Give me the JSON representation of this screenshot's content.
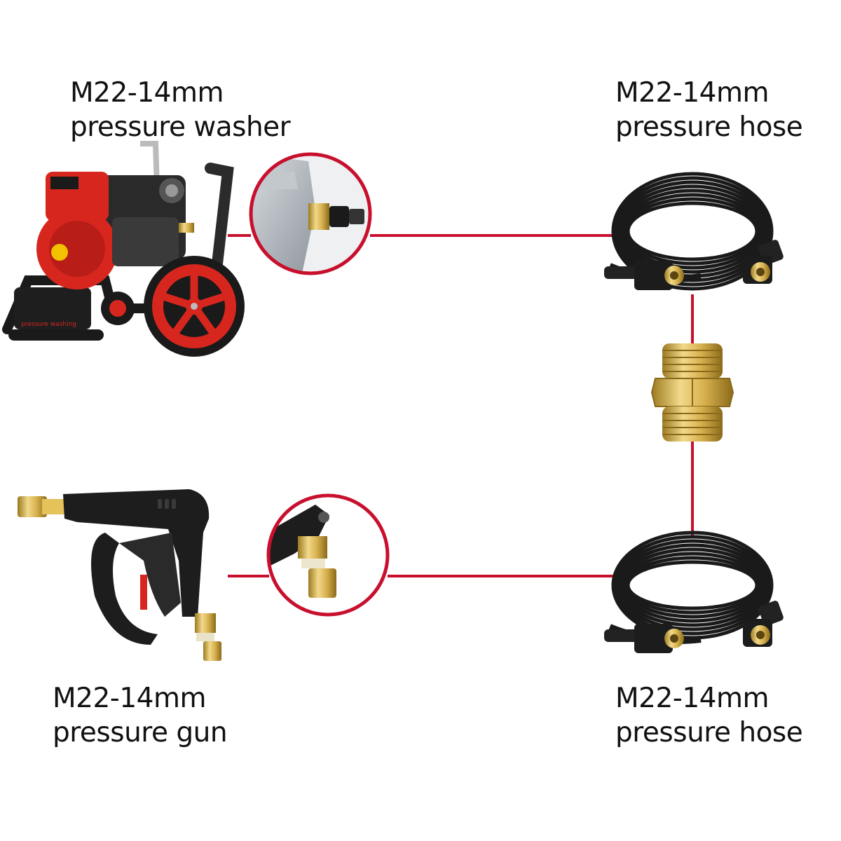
{
  "labels": {
    "washer": {
      "line1": "M22-14mm",
      "line2": "pressure washer"
    },
    "hose_top": {
      "line1": "M22-14mm",
      "line2": "pressure hose"
    },
    "gun": {
      "line1": "M22-14mm",
      "line2": "pressure gun"
    },
    "hose_bottom": {
      "line1": "M22-14mm",
      "line2": "pressure hose"
    }
  },
  "colors": {
    "connector_line": "#c8102e",
    "engine_red": "#d7261e",
    "rubber_black": "#1a1a1a",
    "brass": "#c9a23a",
    "background": "#ffffff"
  },
  "icons": [
    "pressure-washer-icon",
    "outlet-detail-magnifier-icon",
    "hose-coil-icon",
    "brass-coupler-icon",
    "spray-gun-icon",
    "gun-fitting-magnifier-icon"
  ]
}
